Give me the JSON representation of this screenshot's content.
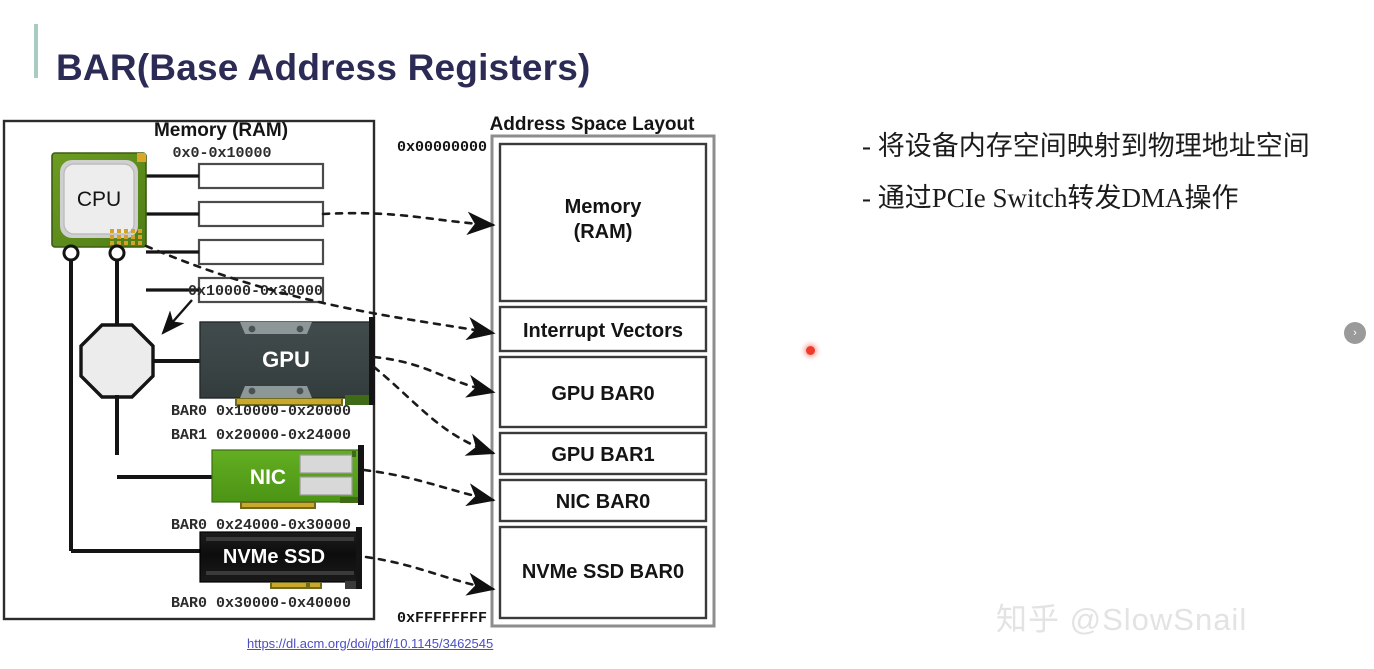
{
  "slide": {
    "title": "BAR(Base Address Registers)",
    "accent_color": "#a8cbc2",
    "title_color": "#2c2b55"
  },
  "figure": {
    "memory_panel": {
      "heading": "Memory (RAM)",
      "address_range": "0x0-0x10000",
      "module_count": 4
    },
    "cpu": {
      "label": "CPU",
      "board_color": "#5a8f1e",
      "die_color": "#e8e8e8"
    },
    "switch_node": {
      "name": "pcie-switch",
      "shape": "octagon",
      "fill": "#ececec"
    },
    "devices": [
      {
        "label": "GPU",
        "color": "#3c4647",
        "text_color": "#ffffff",
        "range_callout": "0x10000-0x30000",
        "bars": [
          {
            "name": "BAR0",
            "range": "0x10000-0x20000"
          },
          {
            "name": "BAR1",
            "range": "0x20000-0x24000"
          }
        ]
      },
      {
        "label": "NIC",
        "color": "#55a119",
        "text_color": "#ffffff",
        "range_callout": "",
        "bars": [
          {
            "name": "BAR0",
            "range": "0x24000-0x30000"
          }
        ]
      },
      {
        "label": "NVMe SSD",
        "color": "#141414",
        "text_color": "#ffffff",
        "range_callout": "",
        "bars": [
          {
            "name": "BAR0",
            "range": "0x30000-0x40000"
          }
        ]
      }
    ],
    "address_space": {
      "heading": "Address Space Layout",
      "top_address": "0x00000000",
      "bottom_address": "0xFFFFFFFF",
      "regions": [
        {
          "label": "Memory",
          "label2": "(RAM)",
          "height": 160
        },
        {
          "label": "Interrupt Vectors",
          "label2": "",
          "height": 48
        },
        {
          "label": "GPU BAR0",
          "label2": "",
          "height": 72
        },
        {
          "label": "GPU BAR1",
          "label2": "",
          "height": 42
        },
        {
          "label": "NIC BAR0",
          "label2": "",
          "height": 42
        },
        {
          "label": "NVMe SSD BAR0",
          "label2": "",
          "height": 96
        }
      ]
    },
    "source_link": "https://dl.acm.org/doi/pdf/10.1145/3462545"
  },
  "bullets": [
    "- 将设备内存空间映射到物理地址空间",
    "- 通过PCIe Switch转发DMA操作"
  ],
  "watermark": "知乎 @SlowSnail",
  "edge_button": {
    "glyph": "›"
  }
}
